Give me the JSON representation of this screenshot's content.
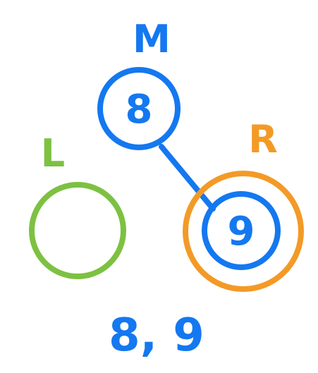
{
  "colors": {
    "blue": "#1478F0",
    "green": "#7DC142",
    "orange": "#F39A26",
    "background": "#FFFFFF"
  },
  "labels": {
    "middle": "M",
    "left": "L",
    "right": "R"
  },
  "nodes": {
    "middle_value": "8",
    "right_value": "9"
  },
  "result": {
    "text": "8, 9"
  }
}
